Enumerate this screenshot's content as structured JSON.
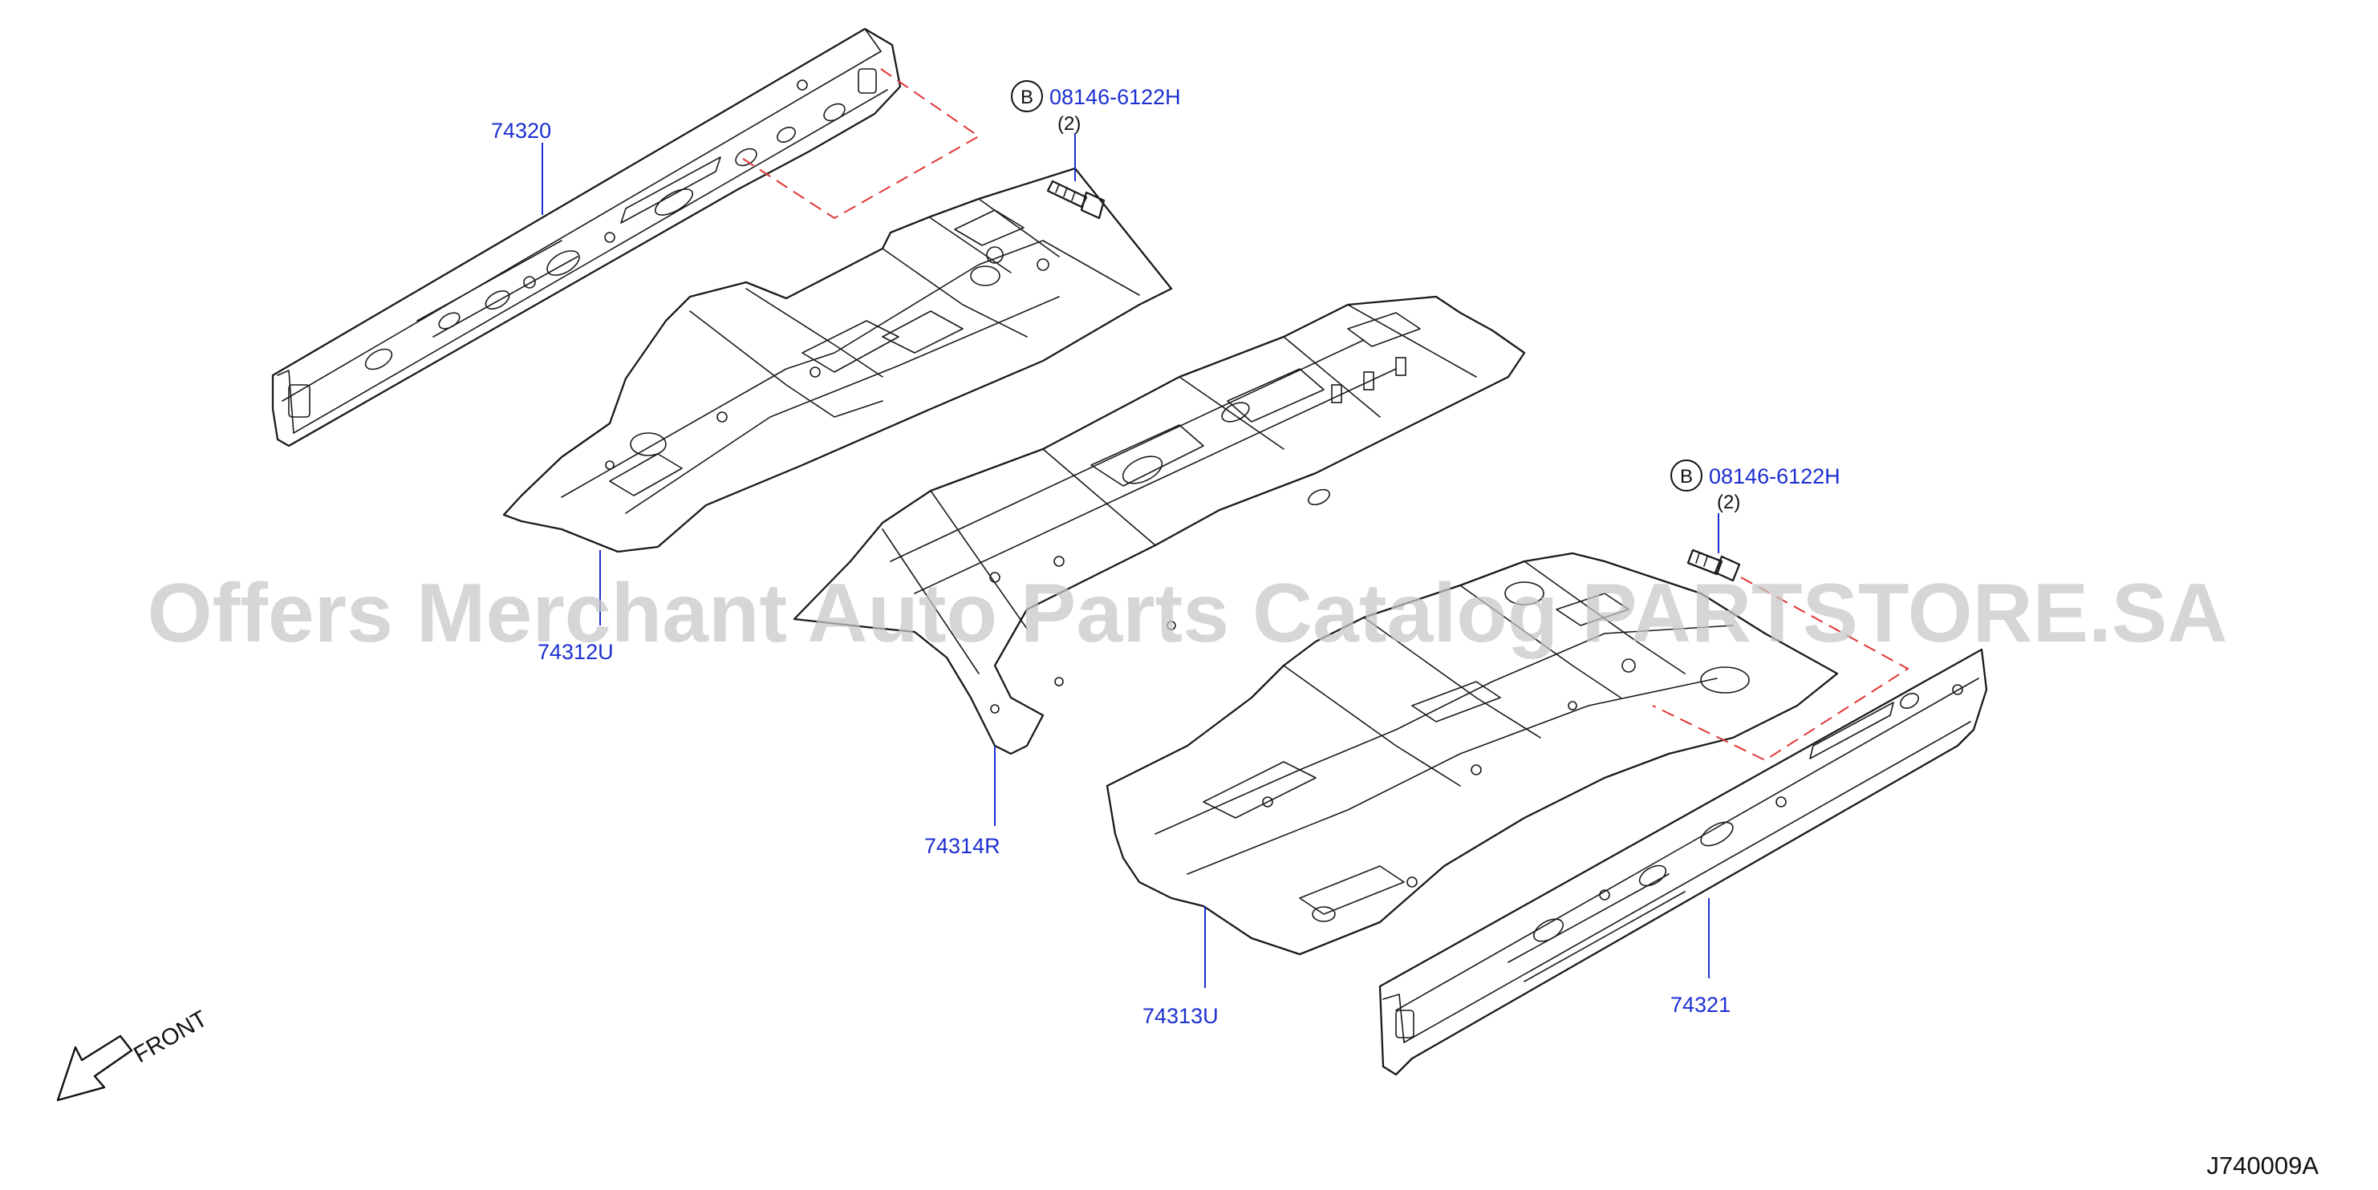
{
  "parts": {
    "p74320": "74320",
    "p74312u": "74312U",
    "p74314r": "74314R",
    "p74313u": "74313U",
    "p74321": "74321"
  },
  "bolts": {
    "upper": {
      "badge": "B",
      "part_no": "08146-6122H",
      "qty": "(2)"
    },
    "lower": {
      "badge": "B",
      "part_no": "08146-6122H",
      "qty": "(2)"
    }
  },
  "direction": {
    "label": "FRONT"
  },
  "diagram_code": "J740009A",
  "watermark": "Offers Merchant Auto Parts Catalog PARTSTORE.SA",
  "colors": {
    "label": "#1c2fd0",
    "dashed": "#e23636",
    "line": "#1a1a1a",
    "watermark": "#c6c6c6"
  }
}
